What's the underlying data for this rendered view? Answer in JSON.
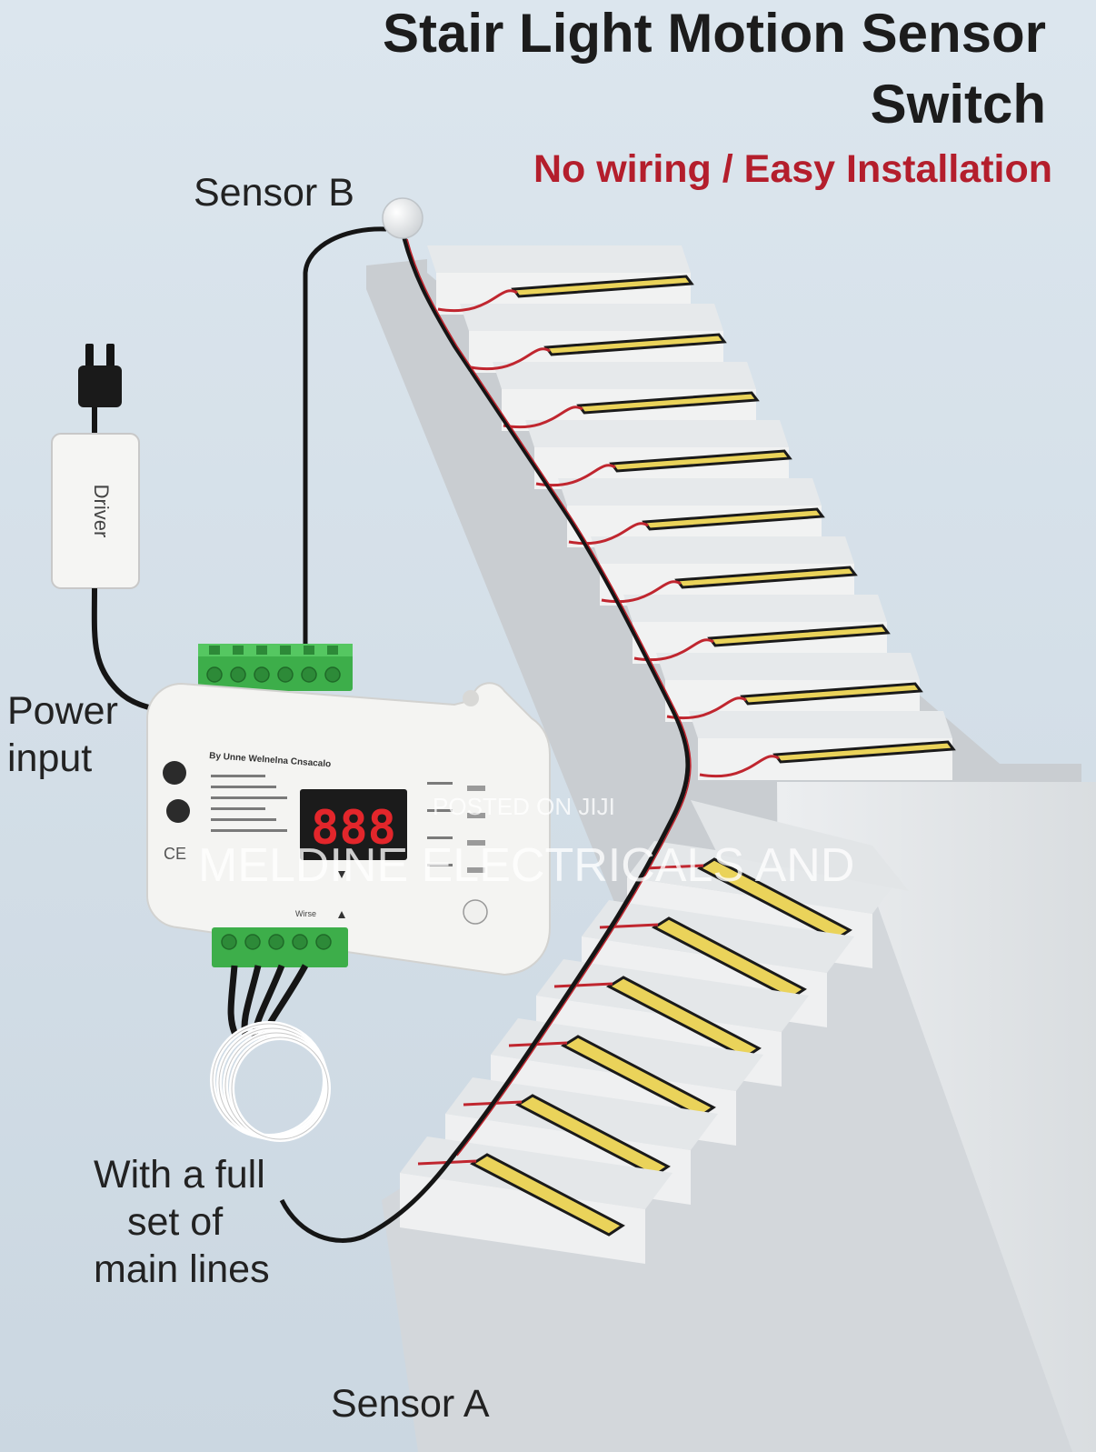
{
  "header": {
    "title_line1": "Stair Light Motion Sensor",
    "title_line2": "Switch",
    "tagline": "No wiring / Easy Installation"
  },
  "labels": {
    "sensor_b": "Sensor B",
    "sensor_a": "Sensor A",
    "power_line1": "Power",
    "power_line2": "input",
    "mainlines_line1": "With a full",
    "mainlines_line2": "set of",
    "mainlines_line3": "main lines"
  },
  "driver": {
    "label": "Driver"
  },
  "controller": {
    "display": "888",
    "model_title": "By Unne Welnelna Cnsacalo",
    "button_labels": [
      "Wirse"
    ],
    "ce_mark": "CE"
  },
  "watermark": {
    "line1": "POSTED ON JIJI",
    "line2": "MELDINE ELECTRICALS AND"
  },
  "colors": {
    "background": "#d6e2ea",
    "tagline": "#b41e2c",
    "led_strip": "#ead35a",
    "wire": "#151515",
    "wire_red": "#c0262f",
    "terminal": "#3dae4a",
    "display_red": "#e3262b"
  },
  "upper_flight_led_strips": 9,
  "lower_flight_led_strips": 6
}
